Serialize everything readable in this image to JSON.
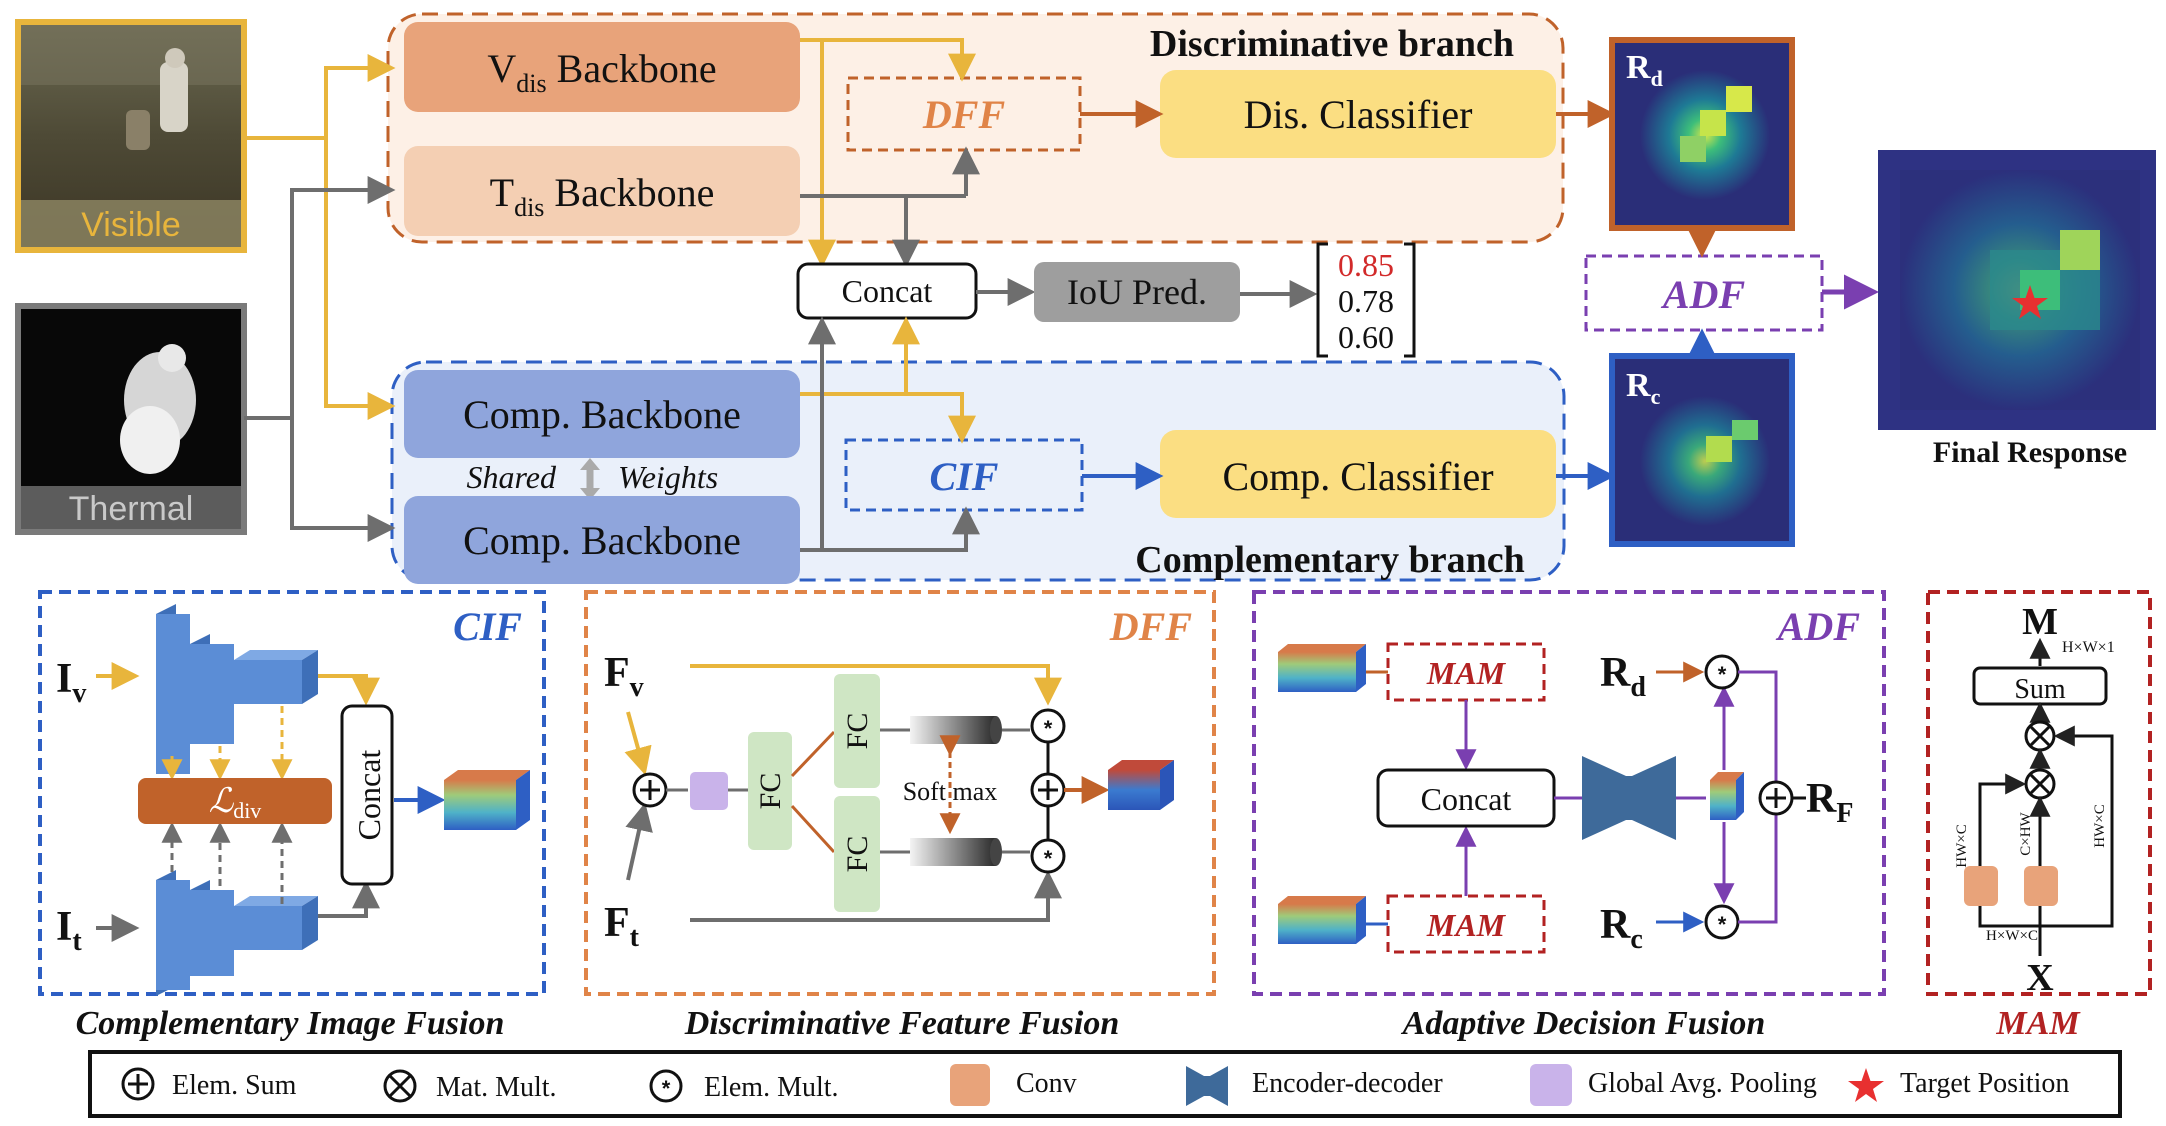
{
  "inputs": {
    "visible_label": "Visible",
    "thermal_label": "Thermal"
  },
  "top": {
    "disc_branch_title": "Discriminative branch",
    "comp_branch_title": "Complementary branch",
    "vdis_main": "V",
    "vdis_sub": "dis",
    "vdis_rest": " Backbone",
    "tdis_main": "T",
    "tdis_sub": "dis",
    "tdis_rest": " Backbone",
    "dff_label": "DFF",
    "dis_classifier": "Dis. Classifier",
    "concat": "Concat",
    "iou_pred": "IoU Pred.",
    "iou_values": [
      "0.85",
      "0.78",
      "0.60"
    ],
    "comp_backbone_top": "Comp. Backbone",
    "comp_backbone_bottom": "Comp. Backbone",
    "shared": "Shared",
    "weights": "Weights",
    "cif_label": "CIF",
    "comp_classifier": "Comp. Classifier",
    "rd_main": "R",
    "rd_sub": "d",
    "rc_main": "R",
    "rc_sub": "c",
    "adf_label": "ADF",
    "final_response": "Final Response"
  },
  "cif_panel": {
    "title": "CIF",
    "iv_main": "I",
    "iv_sub": "v",
    "it_main": "I",
    "it_sub": "t",
    "ldiv_main": "ℒ",
    "ldiv_sub": "div",
    "concat": "Concat",
    "caption": "Complementary Image Fusion"
  },
  "dff_panel": {
    "title": "DFF",
    "fv_main": "F",
    "fv_sub": "v",
    "ft_main": "F",
    "ft_sub": "t",
    "fc1": "FC",
    "fc2": "FC",
    "fc3": "FC",
    "softmax": "Soft max",
    "caption": "Discriminative Feature Fusion"
  },
  "adf_panel": {
    "title": "ADF",
    "mam_top": "MAM",
    "mam_bottom": "MAM",
    "concat": "Concat",
    "rd_main": "R",
    "rd_sub": "d",
    "rc_main": "R",
    "rc_sub": "c",
    "rf_main": "R",
    "rf_sub": "F",
    "caption": "Adaptive Decision Fusion"
  },
  "mam_panel": {
    "m_label": "M",
    "m_dims": "H×W×1",
    "sum": "Sum",
    "x_label": "X",
    "x_dims": "H×W×C",
    "hwc_left": "HW×C",
    "chw_mid": "C×HW",
    "hwc_right": "HW×C",
    "caption": "MAM"
  },
  "legend": {
    "elem_sum": "Elem. Sum",
    "mat_mult": "Mat. Mult.",
    "elem_mult": "Elem. Mult.",
    "conv": "Conv",
    "encdec": "Encoder-decoder",
    "gap": "Global Avg. Pooling",
    "target": "Target Position"
  },
  "colors": {
    "yellow_arrow": "#E8B53C",
    "gray_arrow": "#6E6E6E",
    "orange_arrow": "#C0622A",
    "blue_arrow": "#2E5FC4",
    "purple_arrow": "#7A3FB0",
    "disc_bg": "#FDF0E6",
    "comp_bg": "#EAF0FA",
    "classifier_fill": "#FBDE82",
    "comp_backbone_fill": "#8FA5DC",
    "vdis_fill": "#E8A37A",
    "tdis_fill": "#F4CFB3",
    "fc_fill": "#CFE6C4",
    "iou_fill": "#9E9E9E",
    "ldiv_fill": "#C0622A",
    "gap_fill": "#C9B3EA",
    "conv_fill": "#E8A37A",
    "encdec_fill": "#3E6A9A",
    "red_dashed": "#B22222"
  }
}
